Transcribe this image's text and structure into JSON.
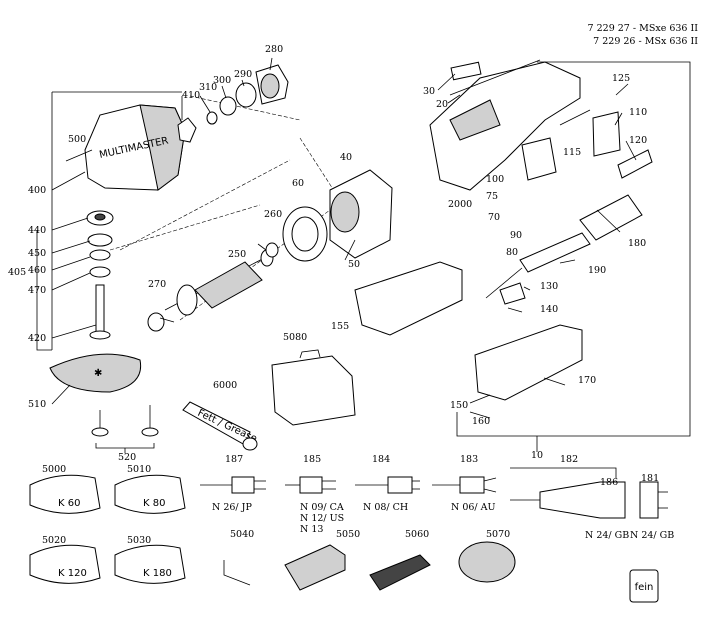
{
  "header": {
    "line1": "7 229 27 - MSxe 636 II",
    "line2": "7 229 26 - MSx 636 II"
  },
  "parts": {
    "p280": "280",
    "p290": "290",
    "p300": "300",
    "p310": "310",
    "p410": "410",
    "p500": "500",
    "p400": "400",
    "p405": "405",
    "p440": "440",
    "p450": "450",
    "p460": "460",
    "p470": "470",
    "p420": "420",
    "p510": "510",
    "p520": "520",
    "p270": "270",
    "p250": "250",
    "p260": "260",
    "p60": "60",
    "p40": "40",
    "p50": "50",
    "p30": "30",
    "p20": "20",
    "p125": "125",
    "p110": "110",
    "p120": "120",
    "p115": "115",
    "p100": "100",
    "p75": "75",
    "p70": "70",
    "p2000": "2000",
    "p90": "90",
    "p80": "80",
    "p180": "180",
    "p190": "190",
    "p130": "130",
    "p140": "140",
    "p155": "155",
    "p5080": "5080",
    "p6000": "6000",
    "p150": "150",
    "p160": "160",
    "p170": "170",
    "p10": "10",
    "p187": "187",
    "p185": "185",
    "p184": "184",
    "p183": "183",
    "p182": "182",
    "p181": "181",
    "p186": "186",
    "p5000": "5000",
    "p5010": "5010",
    "p5020": "5020",
    "p5030": "5030",
    "p5040": "5040",
    "p5050": "5050",
    "p5060": "5060",
    "p5070": "5070"
  },
  "plug_labels": {
    "jp": "N 26/ JP",
    "ca": "N 09/ CA",
    "us": "N 12/ US",
    "n13": "N 13",
    "ch": "N 08/ CH",
    "au": "N 06/ AU",
    "gb1": "N 24/ GB",
    "gb2": "N 24/ GB"
  },
  "sanding_labels": {
    "k60": "K 60",
    "k80": "K 80",
    "k120": "K 120",
    "k180": "K 180"
  },
  "tube_text": "Fett / Grease",
  "housing_text": "MULTIMASTER",
  "logo_text": "fein"
}
